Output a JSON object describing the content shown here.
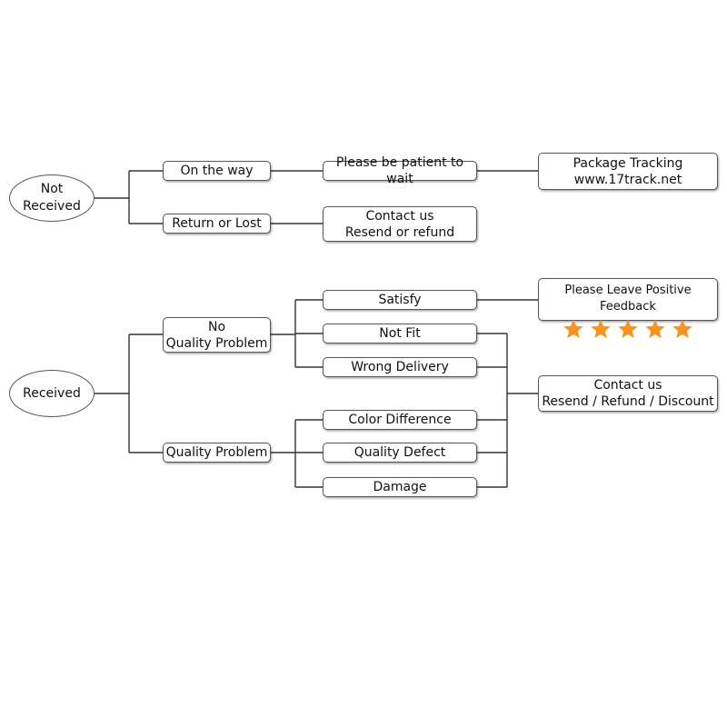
{
  "colors": {
    "line": "#333333",
    "border": "#555555",
    "star": "#F7941D"
  },
  "not_received": {
    "root": [
      "Not",
      "Received"
    ],
    "on_the_way": "On the way",
    "return_or_lost": "Return or Lost",
    "patient": "Please be patient to wait",
    "tracking": [
      "Package Tracking",
      "www.17track.net"
    ],
    "contact": [
      "Contact us",
      "Resend or refund"
    ]
  },
  "received": {
    "root": "Received",
    "no_quality": [
      "No",
      "Quality Problem"
    ],
    "quality_problem": "Quality Problem",
    "satisfy": "Satisfy",
    "not_fit": "Not Fit",
    "wrong_delivery": "Wrong Delivery",
    "color_difference": "Color Difference",
    "quality_defect": "Quality Defect",
    "damage": "Damage",
    "feedback": {
      "title": "Please Leave Positive Feedback",
      "stars": 5
    },
    "contact": [
      "Contact us",
      "Resend / Refund / Discount"
    ]
  }
}
